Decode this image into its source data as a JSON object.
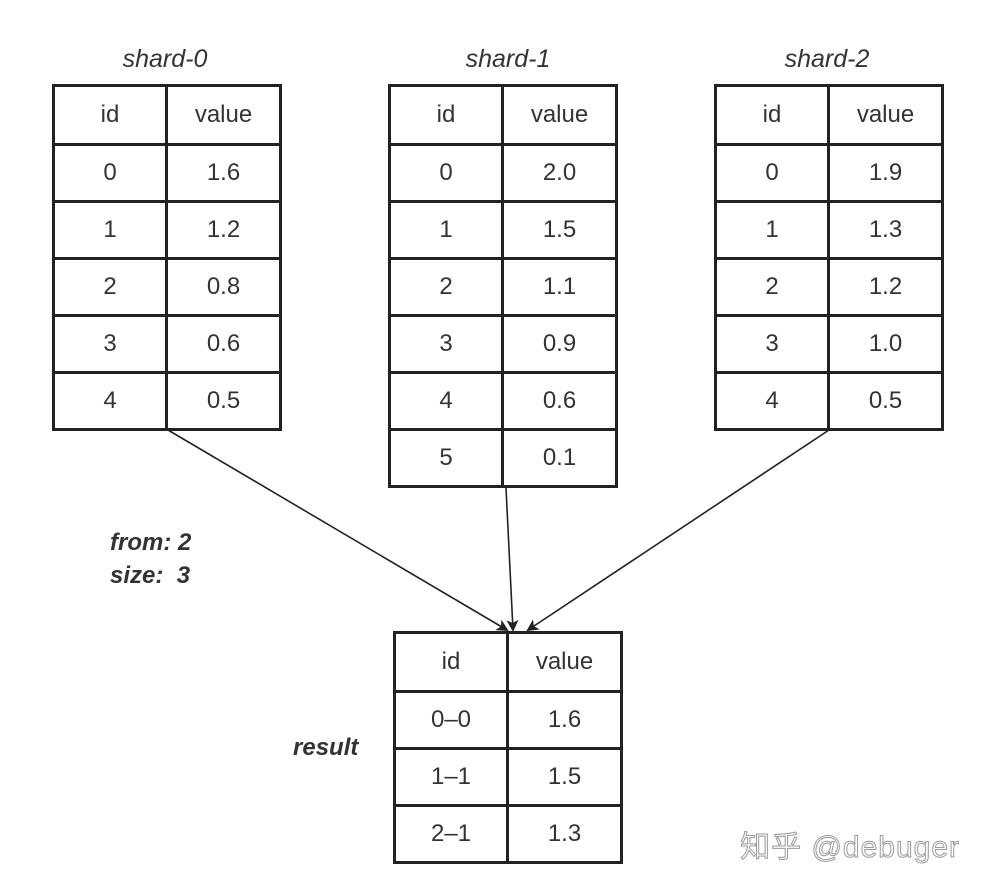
{
  "shards": [
    {
      "title": "shard-0",
      "columns": [
        "id",
        "value"
      ],
      "rows": [
        [
          "0",
          "1.6"
        ],
        [
          "1",
          "1.2"
        ],
        [
          "2",
          "0.8"
        ],
        [
          "3",
          "0.6"
        ],
        [
          "4",
          "0.5"
        ]
      ]
    },
    {
      "title": "shard-1",
      "columns": [
        "id",
        "value"
      ],
      "rows": [
        [
          "0",
          "2.0"
        ],
        [
          "1",
          "1.5"
        ],
        [
          "2",
          "1.1"
        ],
        [
          "3",
          "0.9"
        ],
        [
          "4",
          "0.6"
        ],
        [
          "5",
          "0.1"
        ]
      ]
    },
    {
      "title": "shard-2",
      "columns": [
        "id",
        "value"
      ],
      "rows": [
        [
          "0",
          "1.9"
        ],
        [
          "1",
          "1.3"
        ],
        [
          "2",
          "1.2"
        ],
        [
          "3",
          "1.0"
        ],
        [
          "4",
          "0.5"
        ]
      ]
    }
  ],
  "params": {
    "from": "from: 2",
    "size": "size:  3"
  },
  "result": {
    "label": "result",
    "columns": [
      "id",
      "value"
    ],
    "rows": [
      [
        "0–0",
        "1.6"
      ],
      [
        "1–1",
        "1.5"
      ],
      [
        "2–1",
        "1.3"
      ]
    ]
  },
  "watermark": "知乎 @debuger",
  "colors": {
    "line": "#222222",
    "text": "#333333"
  }
}
